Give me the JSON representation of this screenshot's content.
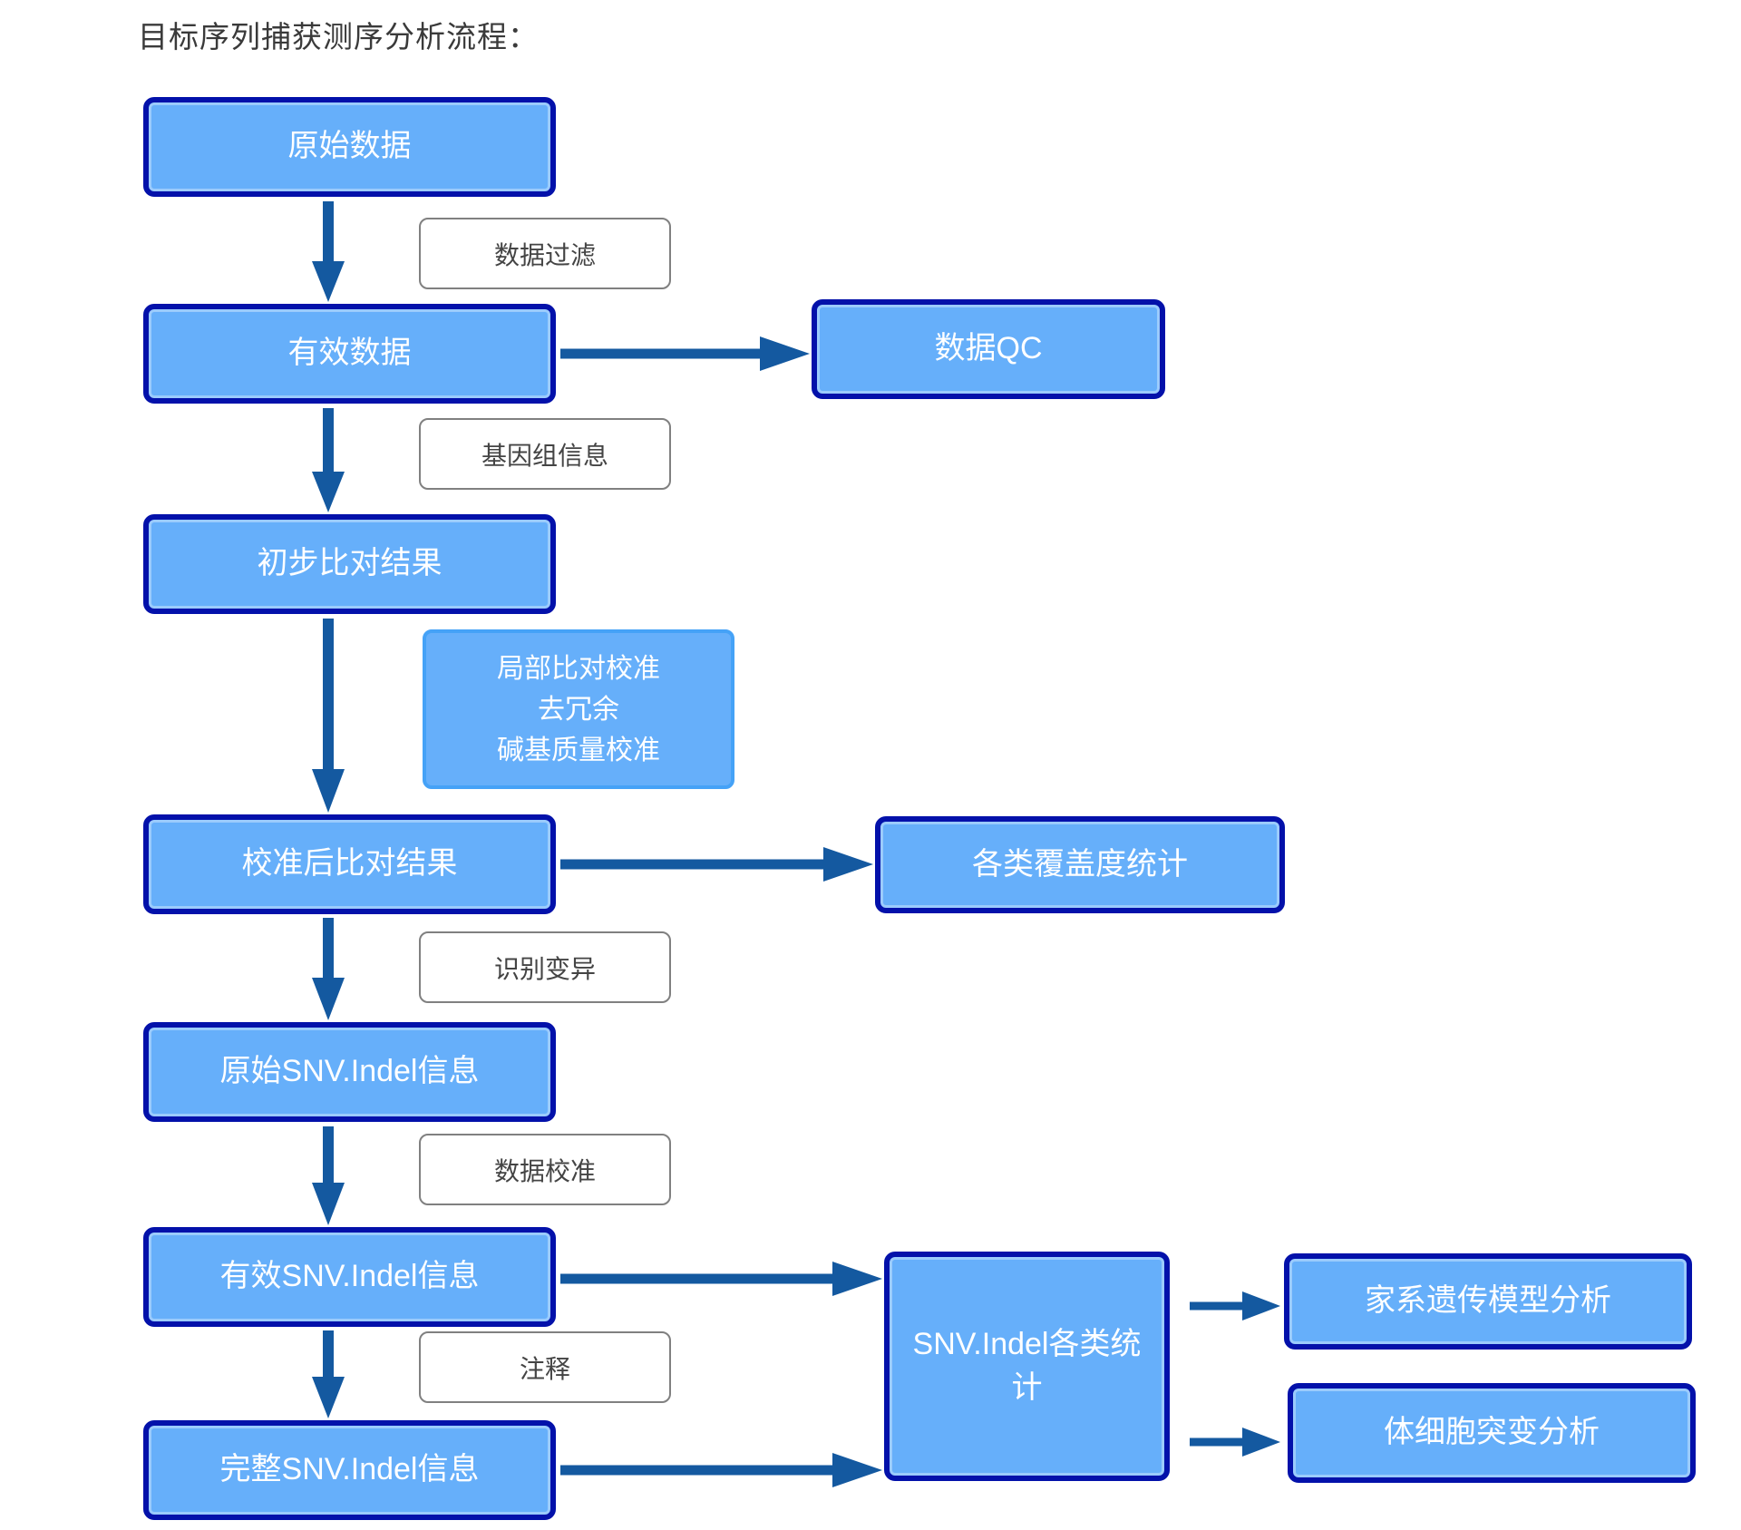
{
  "title": "目标序列捕获测序分析流程：",
  "colors": {
    "node_fill": "#66affa",
    "node_border": "#0311aa",
    "sub_label_border": "#45a2f7",
    "step_label_border": "#808080",
    "arrow": "#1459a0",
    "node_text": "#ffffff",
    "title_text": "#3a3a3a",
    "step_label_text": "#444444"
  },
  "nodes": {
    "raw_data": "原始数据",
    "valid_data": "有效数据",
    "initial_alignment": "初步比对结果",
    "calibrated_alignment": "校准后比对结果",
    "raw_snv_indel": "原始SNV.Indel信息",
    "valid_snv_indel": "有效SNV.Indel信息",
    "complete_snv_indel": "完整SNV.Indel信息",
    "data_qc": "数据QC",
    "coverage_stats": "各类覆盖度统计",
    "snv_indel_stats": "SNV.Indel各类统计",
    "pedigree_model_analysis": "家系遗传模型分析",
    "somatic_mutation_analysis": "体细胞突变分析"
  },
  "step_labels": {
    "data_filtering": "数据过滤",
    "genome_info": "基因组信息",
    "variant_calling": "识别变异",
    "data_calibration": "数据校准",
    "annotation": "注释",
    "realign_lines": [
      "局部比对校准",
      "去冗余",
      "碱基质量校准"
    ]
  }
}
